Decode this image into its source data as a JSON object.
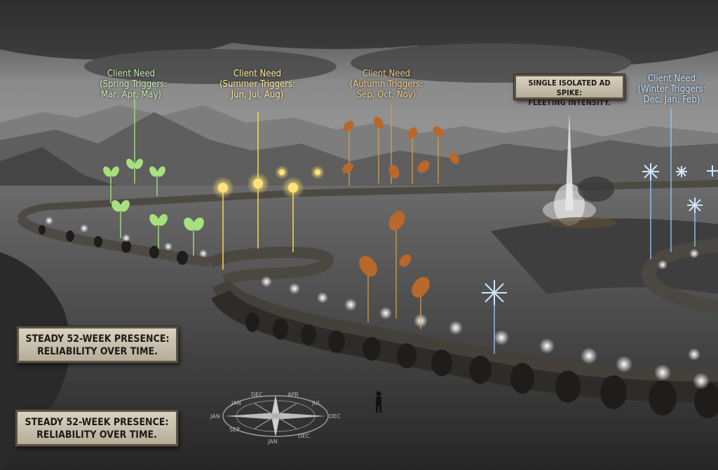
{
  "labels": {
    "spring": {
      "title": "Client Need",
      "line2": "(Spring Triggers:",
      "line3": "Mar, Apr, May)",
      "color": "#c9ecb0",
      "icon": "sprout-icon"
    },
    "summer": {
      "title": "Client Need",
      "line2": "(Summer Triggers:",
      "line3": "Jun, Jul, Aug)",
      "color": "#ffe9a0",
      "icon": "sun-icon"
    },
    "autumn": {
      "title": "Client Need",
      "line2": "(Autumn Triggers:",
      "line3": "Sep, Oct, Nov)",
      "color": "#f4c98a",
      "icon": "leaf-icon"
    },
    "winter": {
      "title": "Client Need",
      "line2": "(Winter Triggers:",
      "line3": "Dec, Jan, Feb)",
      "color": "#bfe0ff",
      "icon": "snowflake-icon"
    }
  },
  "plaques": {
    "spike": {
      "line1": "Single isolated ad spike:",
      "line2": "fleeting intensity."
    },
    "steady_1": {
      "line1": "Steady 52-week presence:",
      "line2": "reliability over time."
    },
    "steady_2": {
      "line1": "Steady 52-week presence:",
      "line2": "reliability over time."
    }
  },
  "compass": {
    "top_marks": [
      "JAN",
      "DEC",
      "APR",
      "JUL"
    ],
    "side_left": "JAN",
    "side_right": "DEC",
    "bottom": "JAN",
    "bottom_left": "SEP",
    "bottom_right": "DEC",
    "icon": "compass-rose-icon"
  },
  "colors": {
    "sky": "#5a5a5a",
    "ground": "#3a3a3a",
    "bridge": "#4a4742",
    "lamp": "#ffffff",
    "spring": "#9fd77a",
    "summer": "#ffd84a",
    "autumn": "#c87a2a",
    "winter": "#9ecbff"
  }
}
